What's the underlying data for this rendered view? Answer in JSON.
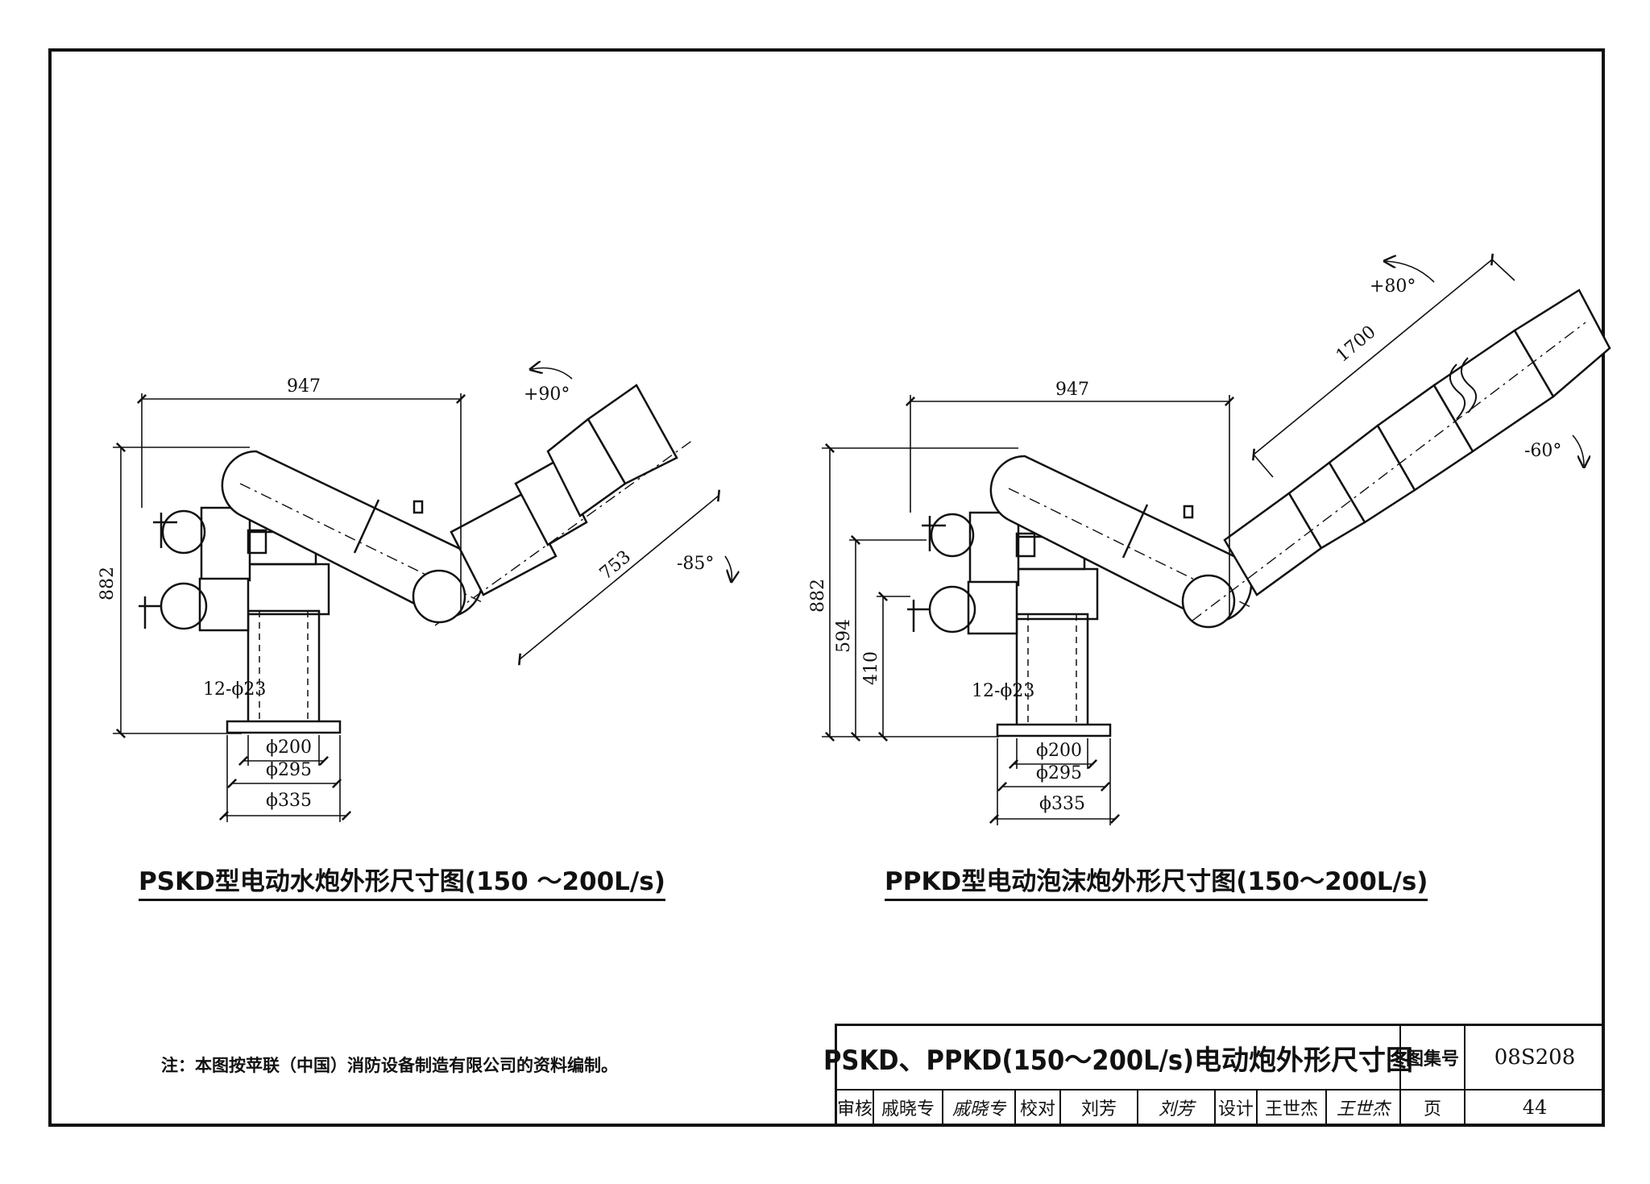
{
  "left_figure": {
    "caption": "PSKD型电动水炮外形尺寸图(150 ～200L/s)",
    "dims": {
      "width_947": "947",
      "height_882": "882",
      "length_753": "753",
      "holes": "12-ϕ23",
      "d200": "ϕ200",
      "d295": "ϕ295",
      "d335": "ϕ335",
      "angle_up": "+90°",
      "angle_down": "-85°"
    }
  },
  "right_figure": {
    "caption": "PPKD型电动泡沫炮外形尺寸图(150～200L/s)",
    "dims": {
      "width_947": "947",
      "height_882": "882",
      "height_594": "594",
      "height_410": "410",
      "length_1700": "1700",
      "holes": "12-ϕ23",
      "d200": "ϕ200",
      "d295": "ϕ295",
      "d335": "ϕ335",
      "angle_up": "+80°",
      "angle_down": "-60°"
    }
  },
  "note": "注：本图按苹联（中国）消防设备制造有限公司的资料编制。",
  "title_block": {
    "title": "PSKD、PPKD(150～200L/s)电动炮外形尺寸图",
    "atlas_label": "图集号",
    "atlas_no": "08S208",
    "page_label": "页",
    "page_no": "44",
    "review_label": "审核",
    "review_name": "戚晓专",
    "review_sig": "戚晓专",
    "check_label": "校对",
    "check_name": "刘芳",
    "check_sig": "刘芳",
    "design_label": "设计",
    "design_name": "王世杰",
    "design_sig": "王世杰"
  }
}
